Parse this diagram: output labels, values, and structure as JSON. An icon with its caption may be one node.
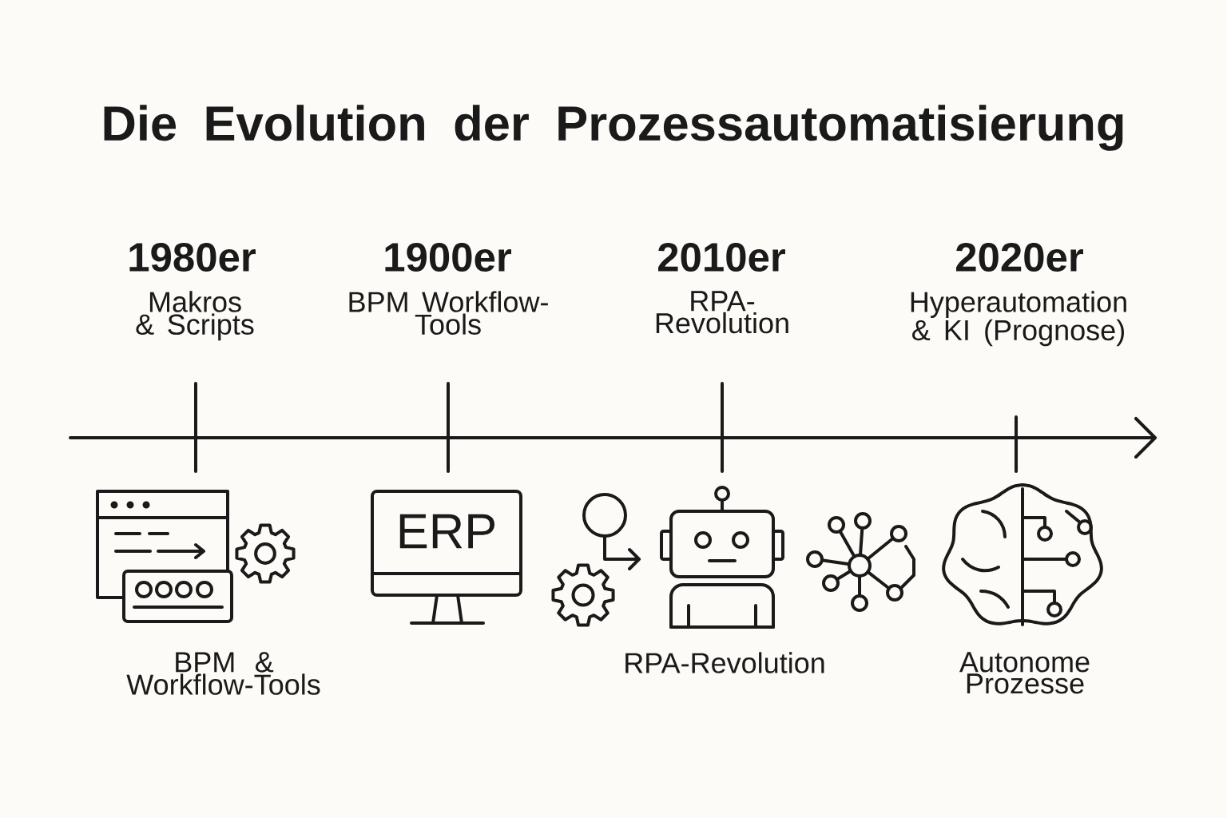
{
  "diagram": {
    "title": "Die Evolution der Prozessautomatisierung",
    "labels": [
      "1980er",
      "Makros & Scripts",
      "1900er",
      "BPM Workflow-Tools",
      "2010er",
      "RPA-Revolution",
      "2020er",
      "Hyperautomation & KI (Prognose)",
      "ERP",
      "BPM & Workflow-Tools",
      "RPA-Revolution",
      "Autonome Prozesse"
    ]
  }
}
